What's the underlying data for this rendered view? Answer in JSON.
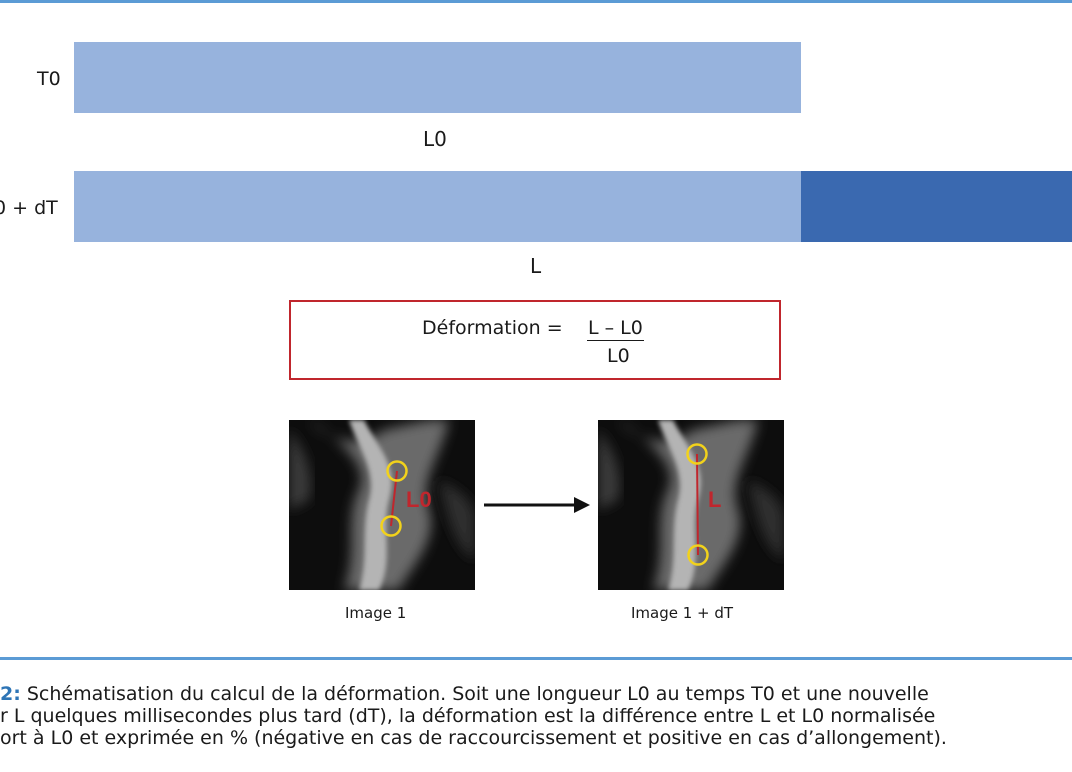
{
  "rows": [
    {
      "label": "T0",
      "length_label": "L0"
    },
    {
      "label": "0 + dT",
      "length_label": "L"
    }
  ],
  "formula": {
    "lhs": "Déformation =",
    "numerator": "L – L0",
    "denominator": "L0"
  },
  "images": [
    {
      "caption": "Image 1",
      "segment_label": "L0"
    },
    {
      "caption": "Image 1 + dT",
      "segment_label": "L"
    }
  ],
  "figure_caption": {
    "prefix": "2:",
    "line1": " Schématisation du calcul de la déformation. Soit une longueur L0 au temps T0 et une nouvelle",
    "line2": "r L quelques millisecondes plus tard (dT), la déformation est la différence entre L et L0 normalisée",
    "line3": "ort à L0 et exprimée en % (négative en cas de raccourcissement et positive en cas d’allongement)."
  },
  "colors": {
    "rule": "#5b9bd5",
    "bar_light": "#97b3dd",
    "bar_dark": "#3a69b0",
    "formula_border": "#c0262d",
    "segment": "#c0262d",
    "marker": "#f2d21b",
    "caption_prefix": "#2e75b6"
  }
}
